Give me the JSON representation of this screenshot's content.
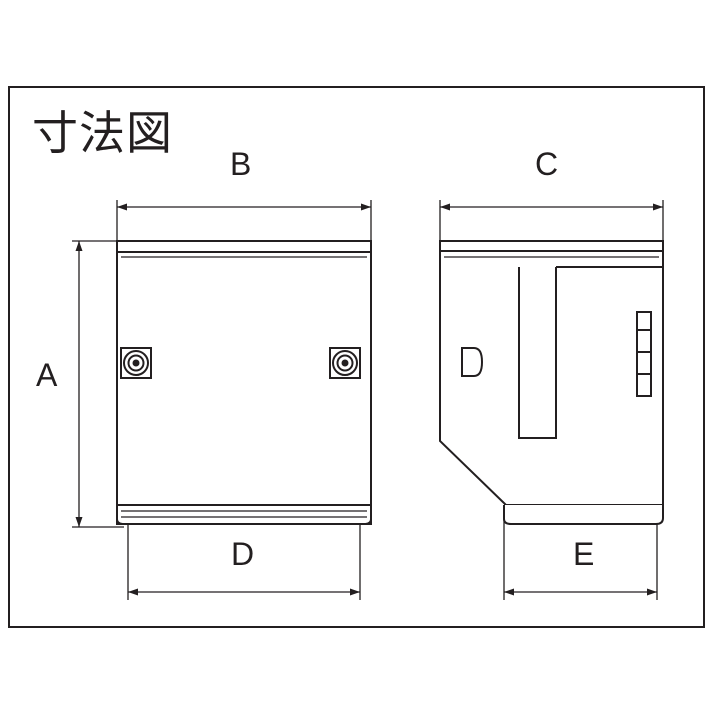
{
  "page": {
    "background_color": "#ffffff",
    "line_color": "#231f20",
    "fill_color": "#ffffff"
  },
  "frame": {
    "name": "diagram-border"
  },
  "title": "寸法図",
  "dimensions": {
    "a": "A",
    "b": "B",
    "c": "C",
    "d": "D",
    "e": "E"
  },
  "views": {
    "front": {
      "name": "front-view",
      "features": [
        "screw-left",
        "screw-right",
        "top-seam",
        "bottom-seam"
      ]
    },
    "side": {
      "name": "side-view",
      "features": [
        "latch-tab",
        "hinge-strip",
        "bottom-seam",
        "angled-corner"
      ]
    }
  }
}
